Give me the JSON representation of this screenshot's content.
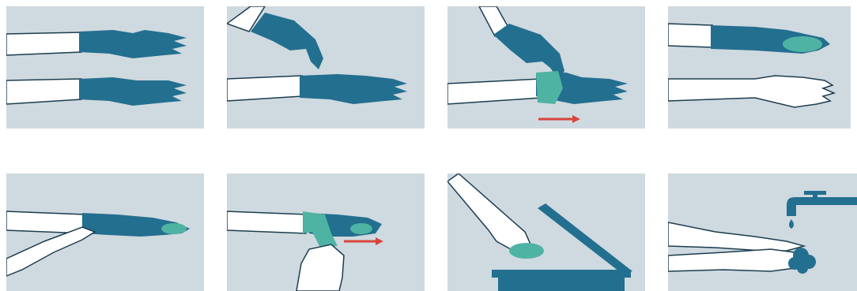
{
  "diagram": {
    "kind": "glove-removal-steps",
    "step_count": 8,
    "colors": {
      "panel_bg": "#cfd9e0",
      "glove_blue": "#236f8f",
      "glove_inner_teal": "#4fb3a3",
      "skin_white": "#ffffff",
      "outline_dark": "#1b3d4f",
      "arrow_red": "#d9453a",
      "bin_blue": "#236f8f"
    },
    "steps": [
      {
        "id": 1,
        "icons": [
          "gloved-hand-icon",
          "gloved-hand-icon"
        ]
      },
      {
        "id": 2,
        "icons": [
          "pinching-hand-icon",
          "gloved-hand-icon"
        ]
      },
      {
        "id": 3,
        "icons": [
          "peeling-glove-icon",
          "arrow-right-icon"
        ]
      },
      {
        "id": 4,
        "icons": [
          "balled-glove-icon",
          "bare-hand-icon"
        ]
      },
      {
        "id": 5,
        "icons": [
          "finger-under-cuff-icon"
        ]
      },
      {
        "id": 6,
        "icons": [
          "pulling-glove-icon",
          "arrow-right-icon"
        ]
      },
      {
        "id": 7,
        "icons": [
          "disposal-hand-icon",
          "trash-bin-icon"
        ]
      },
      {
        "id": 8,
        "icons": [
          "faucet-icon",
          "washing-hands-icon",
          "soap-foam-icon"
        ]
      }
    ]
  }
}
